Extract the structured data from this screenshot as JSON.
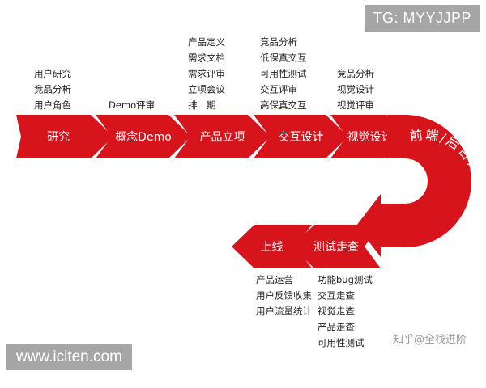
{
  "watermarks": {
    "top_right": "TG: MYYJJPP",
    "bottom_left": "www.iciten.com",
    "zhihu": "知乎@全栈进阶"
  },
  "colors": {
    "arrow": "#d7141c",
    "arrow_dark": "#b80f16",
    "label_text": "#ffffff",
    "list_text": "#222222"
  },
  "top_row": [
    {
      "label": "研究",
      "items": [
        "用户研究",
        "竞品分析",
        "用户角色"
      ]
    },
    {
      "label": "概念Demo",
      "items": [
        "Demo评审"
      ]
    },
    {
      "label": "产品立项",
      "items": [
        "产品定义",
        "需求文档",
        "需求评审",
        "立项会议",
        "排　期"
      ]
    },
    {
      "label": "交互设计",
      "items": [
        "竞品分析",
        "低保真交互",
        "可用性测试",
        "交互评审",
        "高保真交互"
      ]
    },
    {
      "label": "视觉设计",
      "items": [
        "竞品分析",
        "视觉设计",
        "视觉评审"
      ]
    }
  ],
  "curve_label": "前端/后台开发",
  "bottom_row": [
    {
      "label": "测试走查",
      "items": [
        "功能bug测试",
        "交互走查",
        "视觉走查",
        "产品走查",
        "可用性测试"
      ]
    },
    {
      "label": "上线",
      "items": [
        "产品运营",
        "用户反馈收集",
        "用户流量统计"
      ]
    }
  ]
}
